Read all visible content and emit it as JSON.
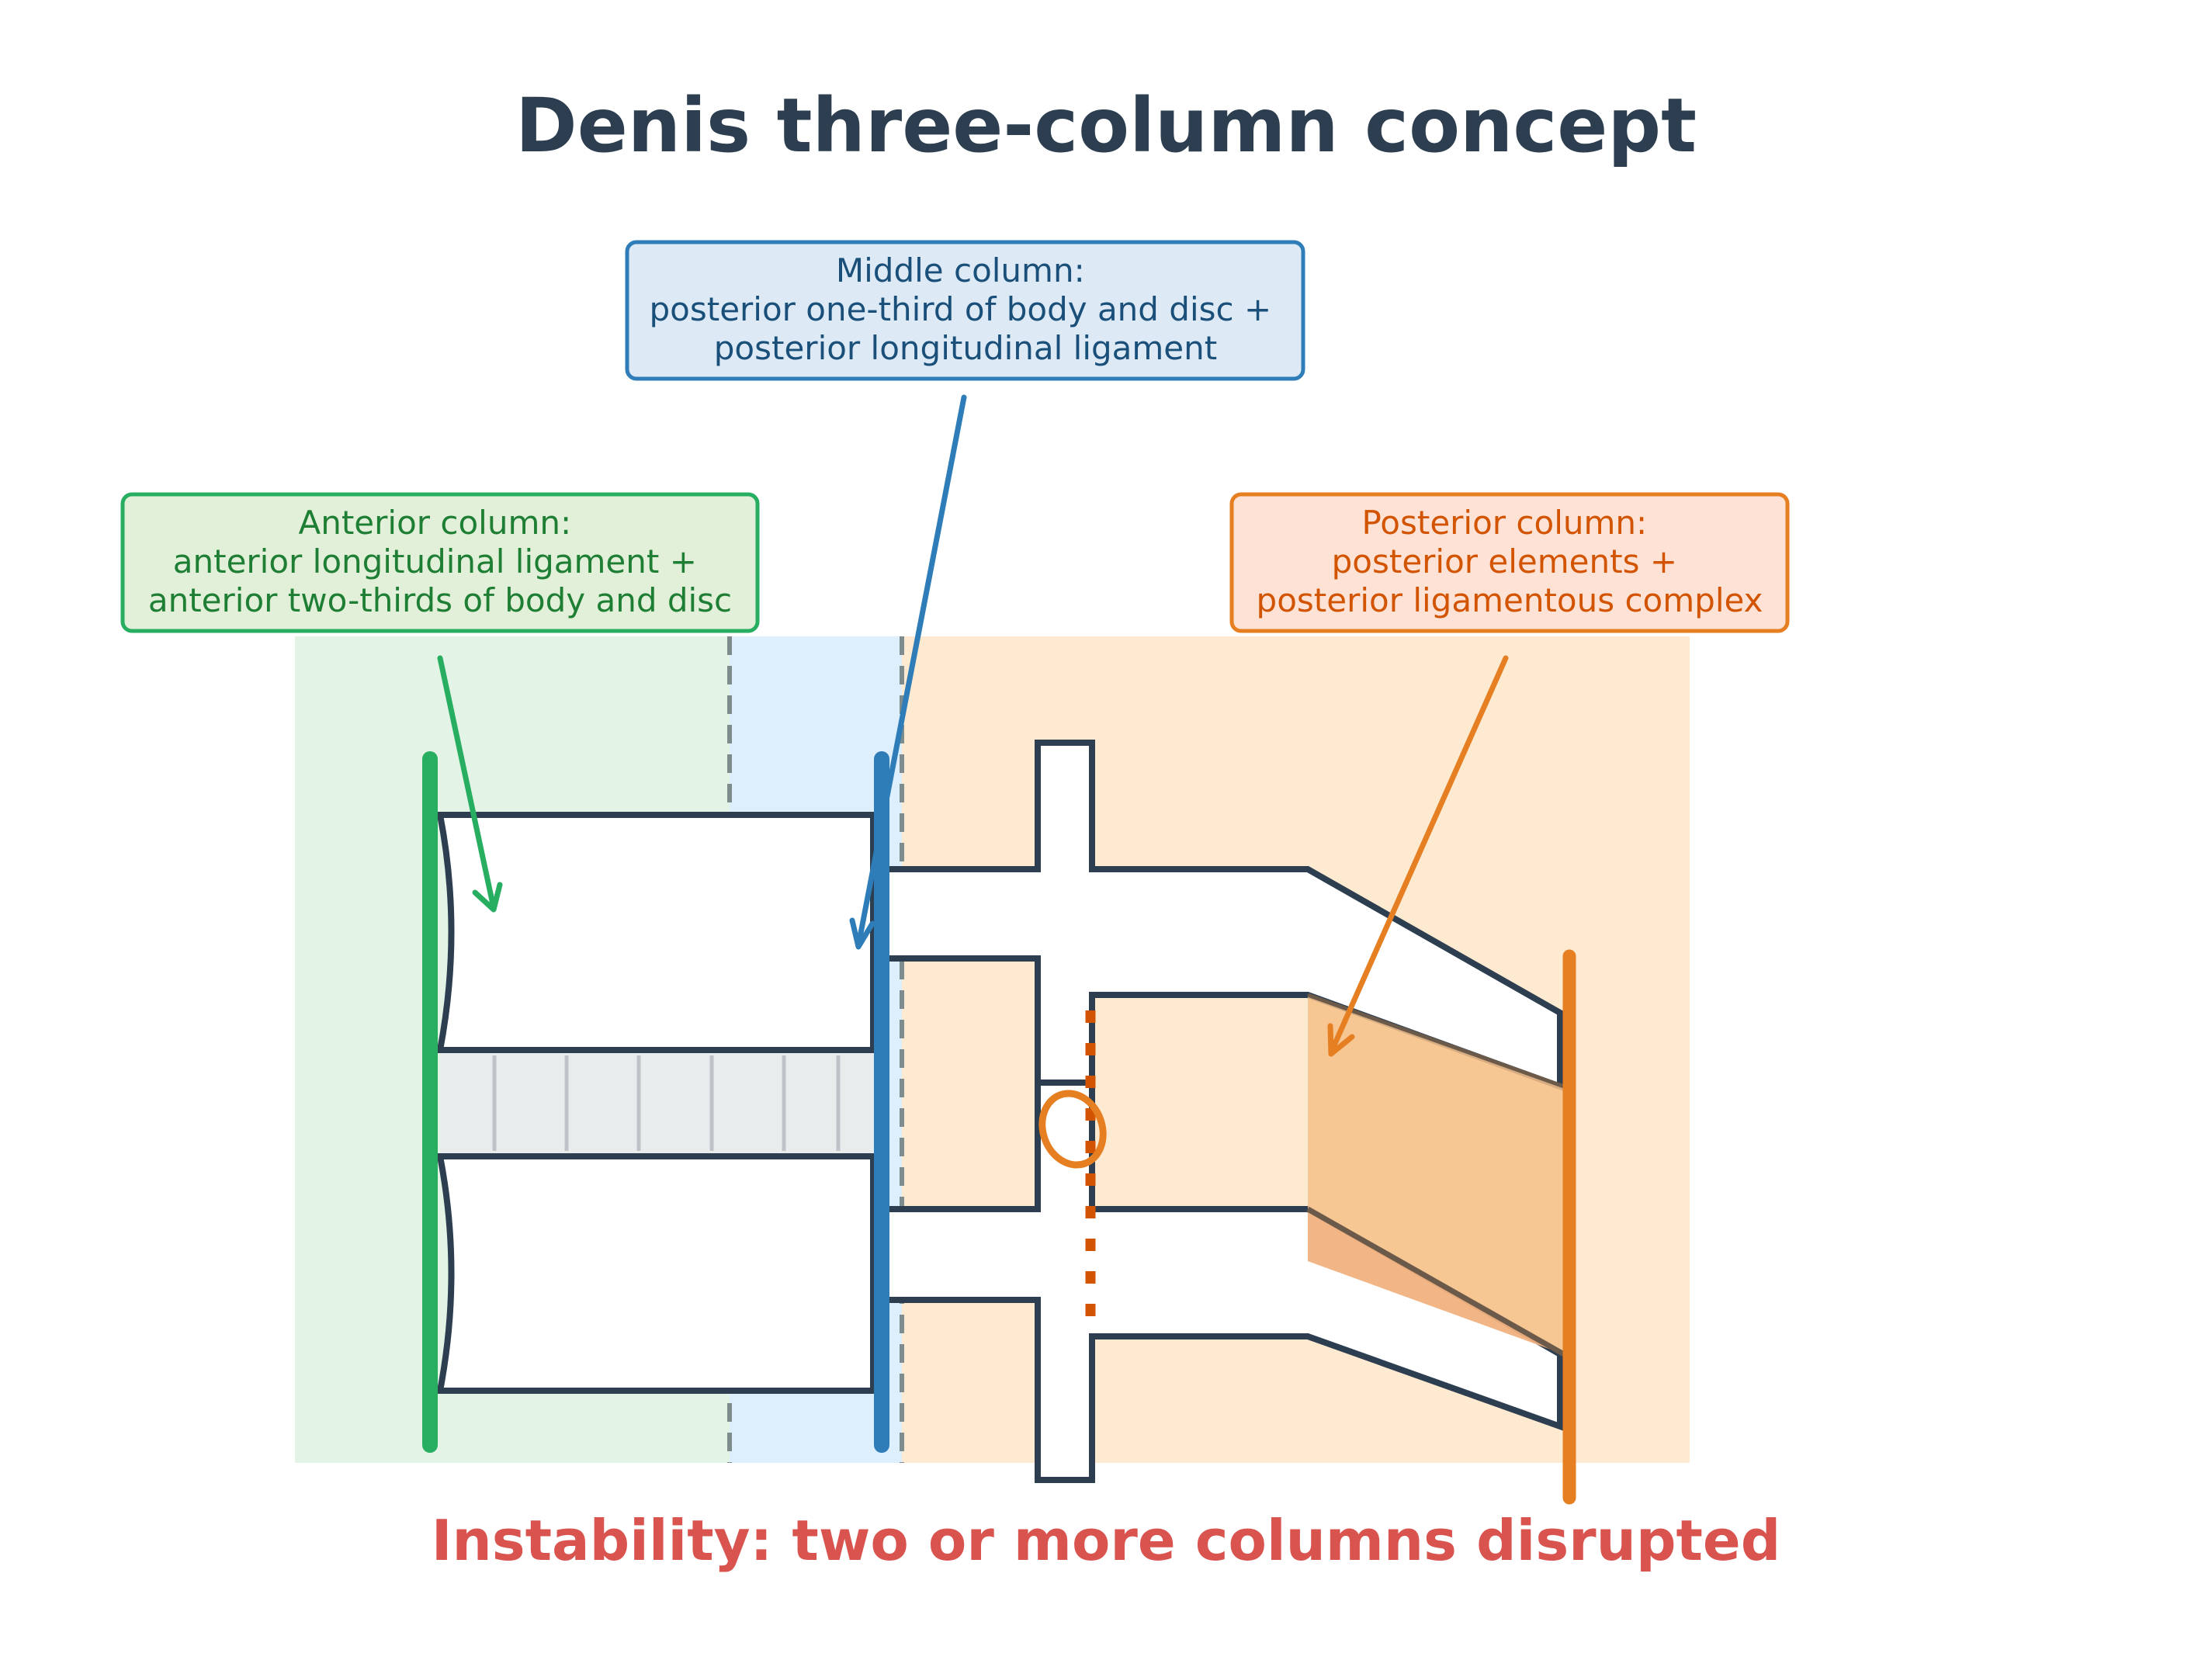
{
  "title": "Denis three-column concept",
  "footer": "Instability: two or more columns disrupted",
  "labels": {
    "anterior": {
      "lines": [
        "Anterior column:",
        "anterior longitudinal ligament +",
        "anterior two-thirds of body and disc"
      ],
      "text_color": "#1e7e34",
      "border_color": "#27ae60",
      "fill_color": "#e2f0d9"
    },
    "middle": {
      "lines": [
        "Middle column:",
        "posterior one-third of body and disc +",
        "posterior longitudinal ligament"
      ],
      "text_color": "#1a4f7a",
      "border_color": "#2e7db8",
      "fill_color": "#ddeaf6"
    },
    "posterior": {
      "lines": [
        "Posterior column:",
        "posterior elements +",
        "posterior ligamentous complex"
      ],
      "text_color": "#d35400",
      "border_color": "#e67e22",
      "fill_color": "#fde2d5"
    }
  },
  "colors": {
    "anterior_zone": "#e3f3e6",
    "middle_zone": "#ddeefc",
    "posterior_zone": "#feead0",
    "bone_outline": "#2c3e50",
    "disc_fill": "#e9eced",
    "ligament_fill": "#f5bf88",
    "footer": "#d9534f"
  }
}
